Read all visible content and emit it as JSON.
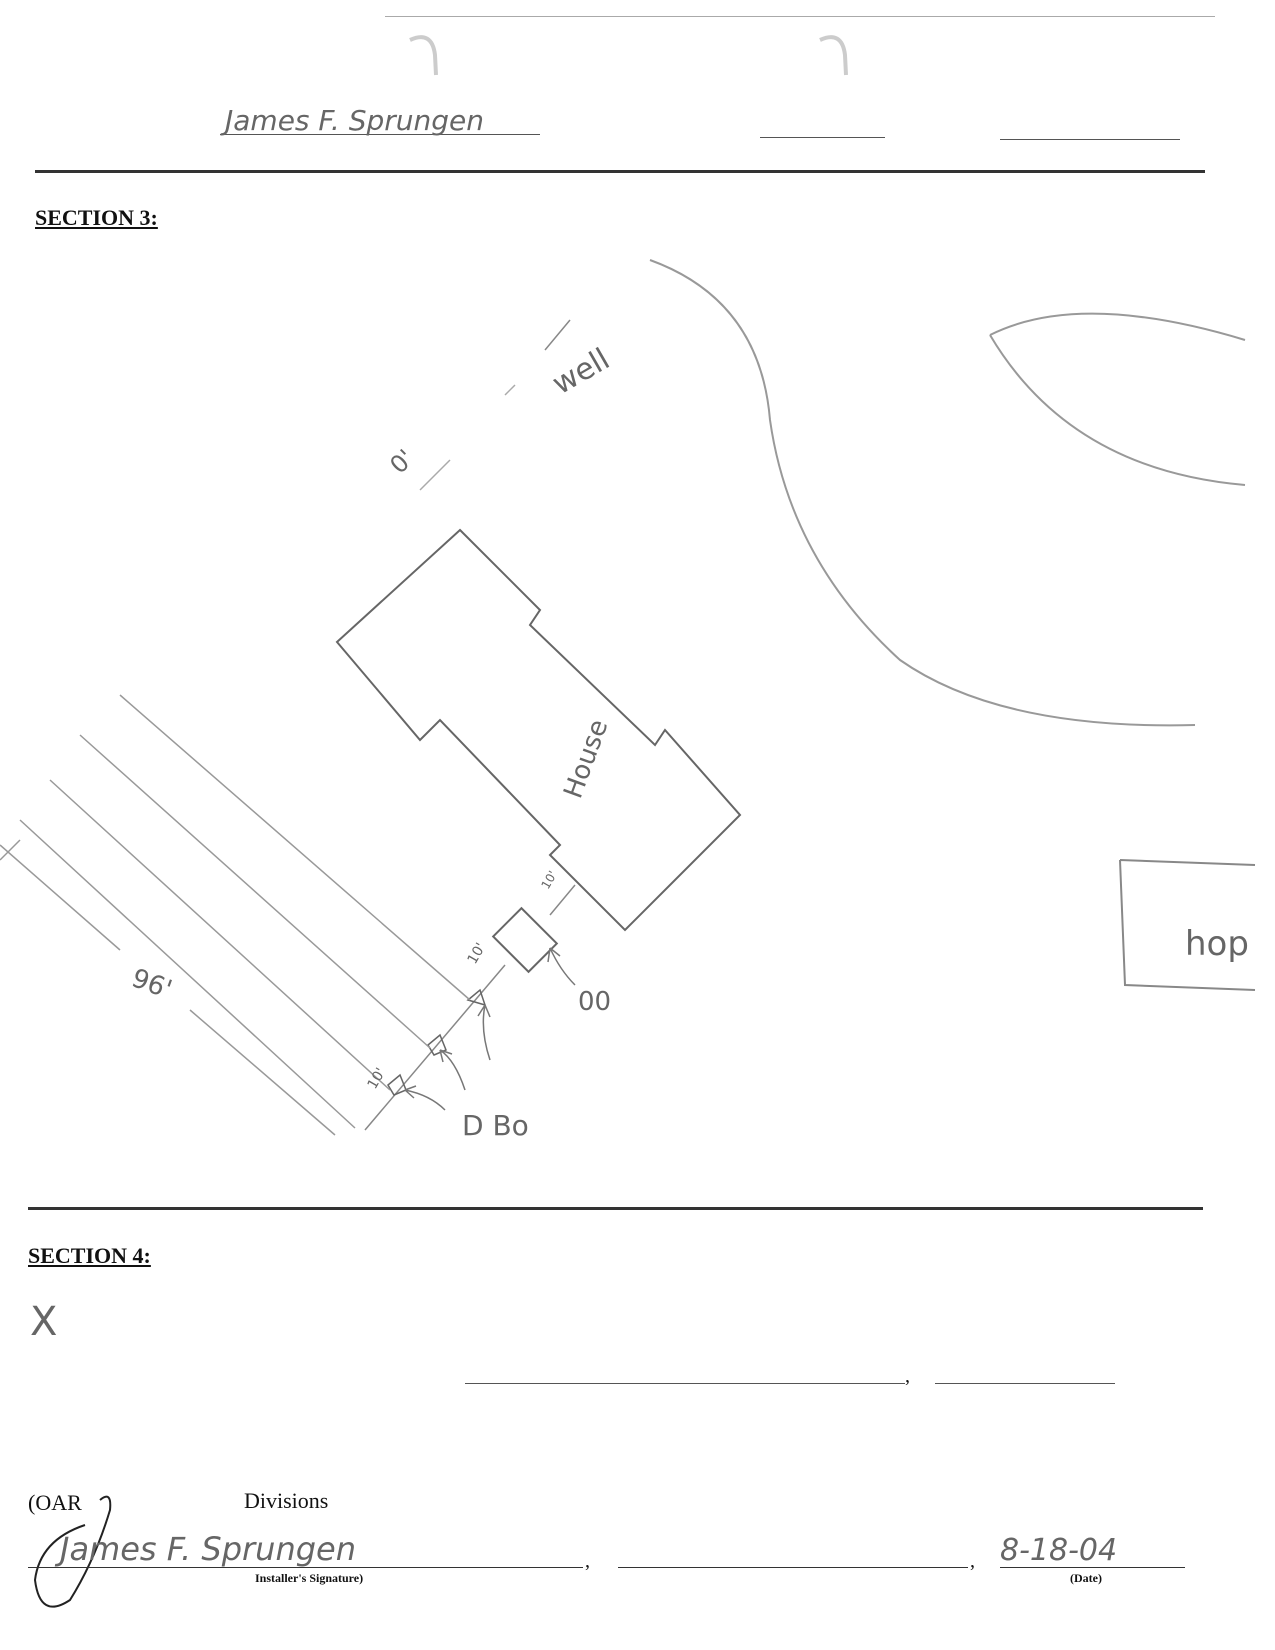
{
  "header": {
    "handwritten_name": "James F. Sprungen"
  },
  "section3": {
    "label": "SECTION 3:",
    "sketch": {
      "house_label": "House",
      "well_label": "well",
      "well_distance": "0'",
      "shop_label": "hop",
      "field_length": "96'",
      "segment_1": "10'",
      "segment_2": "10'",
      "segment_3": "10'",
      "tank_label": "00",
      "dbox_label": "D Bo"
    }
  },
  "section4": {
    "label": "SECTION 4:",
    "checkbox_mark": "X"
  },
  "footer": {
    "oar_text": "(OAR",
    "divisions_text": "Divisions",
    "installer_signature_caption": "Installer's Signature)",
    "date_caption": "(Date)",
    "date_value": "8-18-04",
    "signature": "James F. Sprungen"
  }
}
